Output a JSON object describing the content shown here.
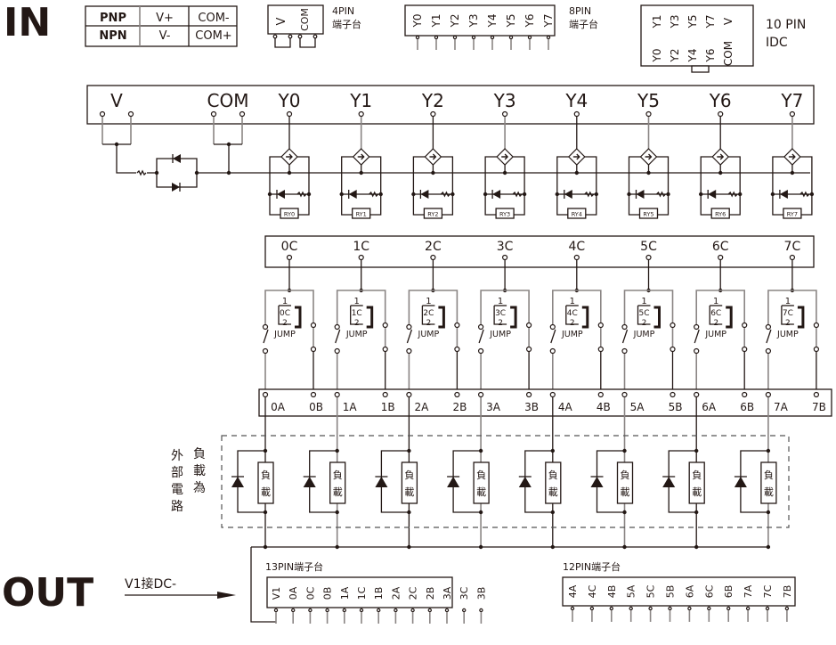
{
  "in_label": "IN",
  "out_label": "OUT",
  "polarity_table": {
    "rows": [
      [
        "PNP",
        "V+",
        "COM-"
      ],
      [
        "NPN",
        "V-",
        "COM+"
      ]
    ]
  },
  "connector_4pin": {
    "pins": [
      "V",
      "COM"
    ],
    "label1": "4PIN",
    "label2": "端子台"
  },
  "connector_8pin": {
    "pins": [
      "Y0",
      "Y1",
      "Y2",
      "Y3",
      "Y4",
      "Y5",
      "Y6",
      "Y7"
    ],
    "label1": "8PIN",
    "label2": "端子台"
  },
  "connector_10pin": {
    "top_pins": [
      "Y1",
      "Y3",
      "Y5",
      "Y7",
      "V"
    ],
    "bottom_pins": [
      "Y0",
      "Y2",
      "Y4",
      "Y6",
      "COM"
    ],
    "label1": "10 PIN",
    "label2": "IDC"
  },
  "input_terminals": {
    "v": "V",
    "com": "COM",
    "channels": [
      "Y0",
      "Y1",
      "Y2",
      "Y3",
      "Y4",
      "Y5",
      "Y6",
      "Y7"
    ]
  },
  "relays": [
    "RY0",
    "RY1",
    "RY2",
    "RY3",
    "RY4",
    "RY5",
    "RY6",
    "RY7"
  ],
  "common_terminals": [
    "0C",
    "1C",
    "2C",
    "3C",
    "4C",
    "5C",
    "6C",
    "7C"
  ],
  "jumper": {
    "top": "1",
    "bottom": "2",
    "label": "JUMP"
  },
  "output_terminals": [
    [
      "0A",
      "0B"
    ],
    [
      "1A",
      "1B"
    ],
    [
      "2A",
      "2B"
    ],
    [
      "3A",
      "3B"
    ],
    [
      "4A",
      "4B"
    ],
    [
      "5A",
      "5B"
    ],
    [
      "6A",
      "6B"
    ],
    [
      "7A",
      "7B"
    ]
  ],
  "external_circuit": {
    "col1": [
      "外",
      "部",
      "電",
      "路"
    ],
    "col2": [
      "負",
      "載",
      "為"
    ],
    "load_label": [
      "負",
      "載"
    ]
  },
  "v1_note": "V1接DC-",
  "terminal_13pin": {
    "title": "13PIN端子台",
    "pins": [
      "V1",
      "0A",
      "0C",
      "0B",
      "1A",
      "1C",
      "1B",
      "2A",
      "2C",
      "2B",
      "3A",
      "3C",
      "3B"
    ]
  },
  "terminal_12pin": {
    "title": "12PIN端子台",
    "pins": [
      "4A",
      "4C",
      "4B",
      "5A",
      "5C",
      "5B",
      "6A",
      "6C",
      "6B",
      "7A",
      "7C",
      "7B"
    ]
  }
}
